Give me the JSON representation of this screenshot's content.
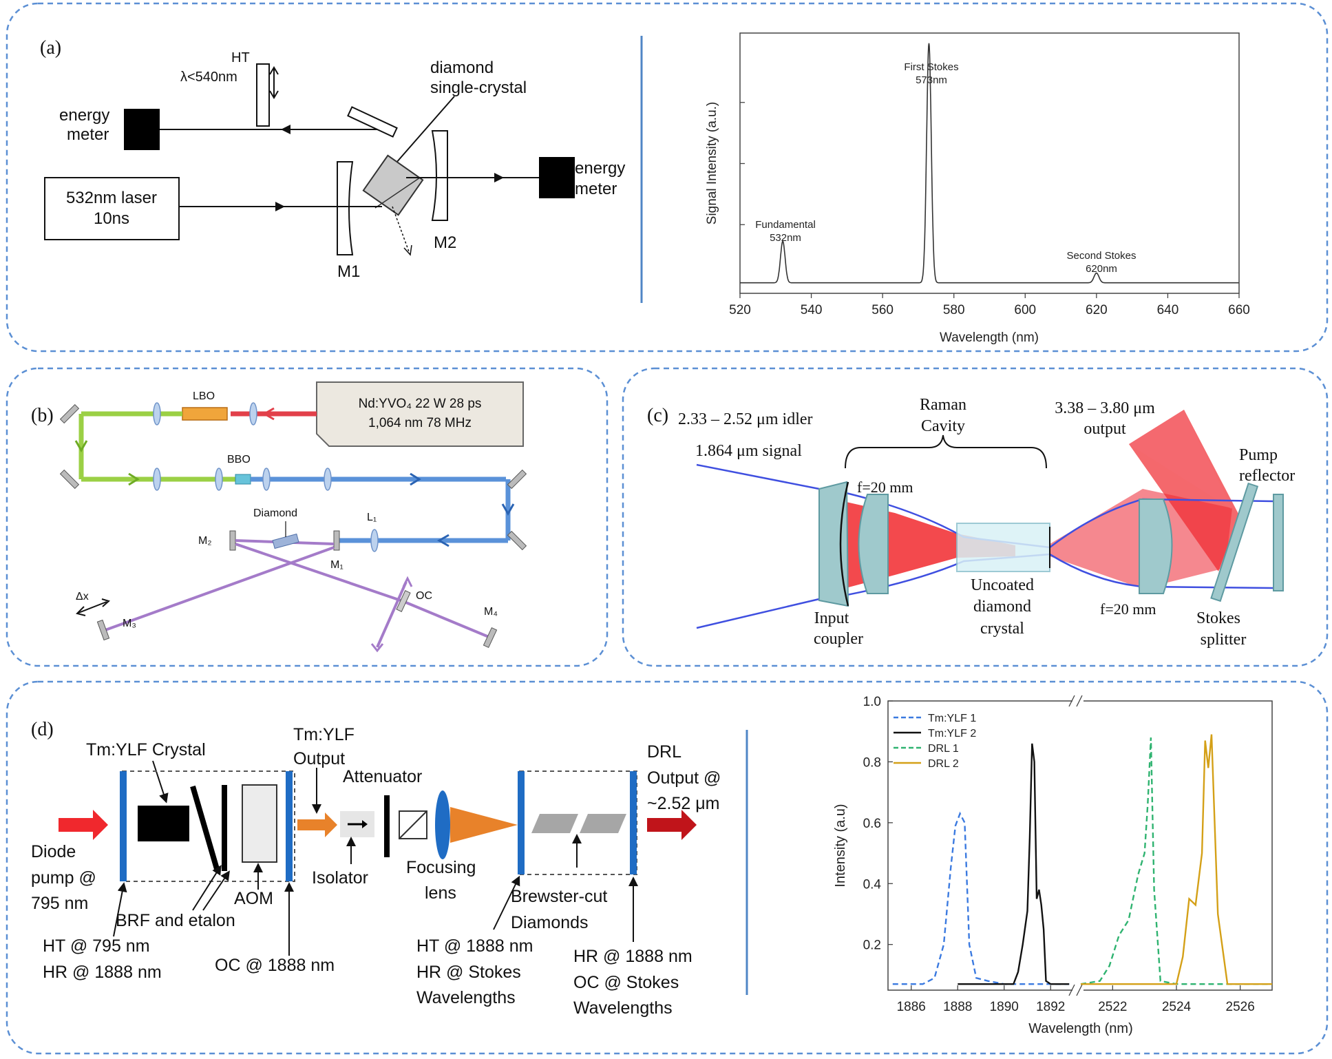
{
  "panels": {
    "a": {
      "label": "(a)",
      "ht_label": "HT",
      "ht_condition": "λ<540nm",
      "energy_meter_left": [
        "energy",
        "meter"
      ],
      "energy_meter_right": [
        "energy",
        "meter"
      ],
      "diamond_label": [
        "diamond",
        "single-crystal"
      ],
      "laser": [
        "532nm laser",
        "10ns"
      ],
      "m1": "M1",
      "m2": "M2"
    },
    "b": {
      "label": "(b)",
      "laser_box": [
        "Nd:YVO₄ 22 W 28 ps",
        "1,064 nm 78 MHz"
      ],
      "lbo": "LBO",
      "bbo": "BBO",
      "diamond": "Diamond",
      "l1": "L₁",
      "m1": "M₁",
      "m2": "M₂",
      "m3": "M₃",
      "m4": "M₄",
      "oc": "OC",
      "dx": "Δx"
    },
    "c": {
      "label": "(c)",
      "idler": "2.33 – 2.52 μm idler",
      "signal": "1.864 μm signal",
      "raman": [
        "Raman",
        "Cavity"
      ],
      "output": [
        "3.38 – 3.80 μm",
        "output"
      ],
      "pump_reflector": [
        "Pump",
        "reflector"
      ],
      "f_left": "f=20 mm",
      "f_right": "f=20 mm",
      "input_coupler": [
        "Input",
        "coupler"
      ],
      "diamond": [
        "Uncoated",
        "diamond",
        "crystal"
      ],
      "stokes_splitter": [
        "Stokes",
        "splitter"
      ]
    },
    "d": {
      "label": "(d)",
      "tmylf_crystal": "Tm:YLF Crystal",
      "tmylf_output": [
        "Tm:YLF",
        "Output"
      ],
      "attenuator": "Attenuator",
      "drl_output": [
        "DRL",
        "Output @",
        "~2.52 μm"
      ],
      "diode": [
        "Diode",
        "pump @",
        "795 nm"
      ],
      "isolator": "Isolator",
      "focusing": [
        "Focusing",
        "lens"
      ],
      "aom": "AOM",
      "brf": "BRF and etalon",
      "ht_hr": [
        "HT @ 795 nm",
        "HR @ 1888 nm"
      ],
      "oc": "OC @ 1888 nm",
      "brewster": [
        "Brewster-cut",
        "Diamonds"
      ],
      "ht_hr_stokes": [
        "HT @ 1888 nm",
        "HR @ Stokes",
        "Wavelengths"
      ],
      "hr_oc_stokes": [
        "HR @ 1888 nm",
        "OC @ Stokes",
        "Wavelengths"
      ]
    }
  },
  "colors": {
    "dashed_border": "#5b8fd4",
    "divider": "#4f86c6",
    "blue_beam": "#3f4fe0",
    "red_beam": "#f0282d",
    "mirror_fill": "#9fc9cc",
    "orange": "#e8822a",
    "mirror_blue": "#1f6cc4"
  },
  "chart_data": [
    {
      "type": "line",
      "xlabel": "Wavelength (nm)",
      "ylabel": "Signal Intensity (a.u.)",
      "xlim": [
        520,
        660
      ],
      "xticks": [
        520,
        540,
        560,
        580,
        600,
        620,
        640,
        660
      ],
      "yticks_labeled": false,
      "annotations": [
        {
          "text": [
            "Fundamental",
            "532nm"
          ],
          "x": 532
        },
        {
          "text": [
            "First Stokes",
            "573nm"
          ],
          "x": 573
        },
        {
          "text": [
            "Second Stokes",
            "620nm"
          ],
          "x": 620
        }
      ],
      "series": [
        {
          "peaks": [
            {
              "x": 532,
              "height": 0.17
            },
            {
              "x": 573,
              "height": 0.98
            },
            {
              "x": 620,
              "height": 0.04
            }
          ]
        }
      ]
    },
    {
      "type": "line",
      "xlabel": "Wavelength (nm)",
      "ylabel": "Intensity (a.u)",
      "ylim": [
        0.05,
        1.0
      ],
      "yticks": [
        0.2,
        0.4,
        0.6,
        0.8,
        1.0
      ],
      "broken_x_axis": true,
      "segments": [
        {
          "xlim": [
            1885,
            1893
          ],
          "xticks": [
            1886,
            1888,
            1890,
            1892
          ]
        },
        {
          "xlim": [
            2521,
            2527
          ],
          "xticks": [
            2522,
            2524,
            2526
          ]
        }
      ],
      "series": [
        {
          "name": "Tm:YLF 1",
          "color": "#3b7ae0",
          "dash": true,
          "segment": 0,
          "x": [
            1885.2,
            1886.5,
            1887.0,
            1887.4,
            1887.7,
            1887.9,
            1888.1,
            1888.3,
            1888.5,
            1888.8,
            1889.3,
            1890.0,
            1891.0,
            1892.0,
            1892.8
          ],
          "y": [
            0.07,
            0.07,
            0.09,
            0.2,
            0.45,
            0.59,
            0.63,
            0.6,
            0.2,
            0.09,
            0.08,
            0.07,
            0.07,
            0.07,
            0.07
          ]
        },
        {
          "name": "Tm:YLF 2",
          "color": "#111111",
          "dash": false,
          "segment": 0,
          "x": [
            1888.0,
            1889.5,
            1890.4,
            1890.6,
            1890.8,
            1891.0,
            1891.1,
            1891.2,
            1891.3,
            1891.4,
            1891.5,
            1891.6,
            1891.7,
            1891.8,
            1892.0,
            1892.8
          ],
          "y": [
            0.07,
            0.07,
            0.07,
            0.11,
            0.2,
            0.31,
            0.55,
            0.86,
            0.8,
            0.35,
            0.38,
            0.33,
            0.25,
            0.08,
            0.07,
            0.07
          ]
        },
        {
          "name": "DRL 1",
          "color": "#2fb370",
          "dash": true,
          "segment": 1,
          "x": [
            2521.0,
            2521.6,
            2521.9,
            2522.2,
            2522.5,
            2522.8,
            2523.0,
            2523.1,
            2523.2,
            2523.3,
            2523.5,
            2524.0,
            2527.0
          ],
          "y": [
            0.07,
            0.08,
            0.13,
            0.23,
            0.28,
            0.43,
            0.5,
            0.66,
            0.88,
            0.38,
            0.08,
            0.07,
            0.07
          ]
        },
        {
          "name": "DRL 2",
          "color": "#d4a017",
          "dash": false,
          "segment": 1,
          "x": [
            2521.0,
            2523.5,
            2524.0,
            2524.2,
            2524.4,
            2524.6,
            2524.8,
            2524.9,
            2525.0,
            2525.1,
            2525.3,
            2525.6,
            2527.0
          ],
          "y": [
            0.07,
            0.07,
            0.07,
            0.16,
            0.35,
            0.33,
            0.5,
            0.87,
            0.78,
            0.89,
            0.3,
            0.07,
            0.07
          ]
        }
      ]
    }
  ]
}
